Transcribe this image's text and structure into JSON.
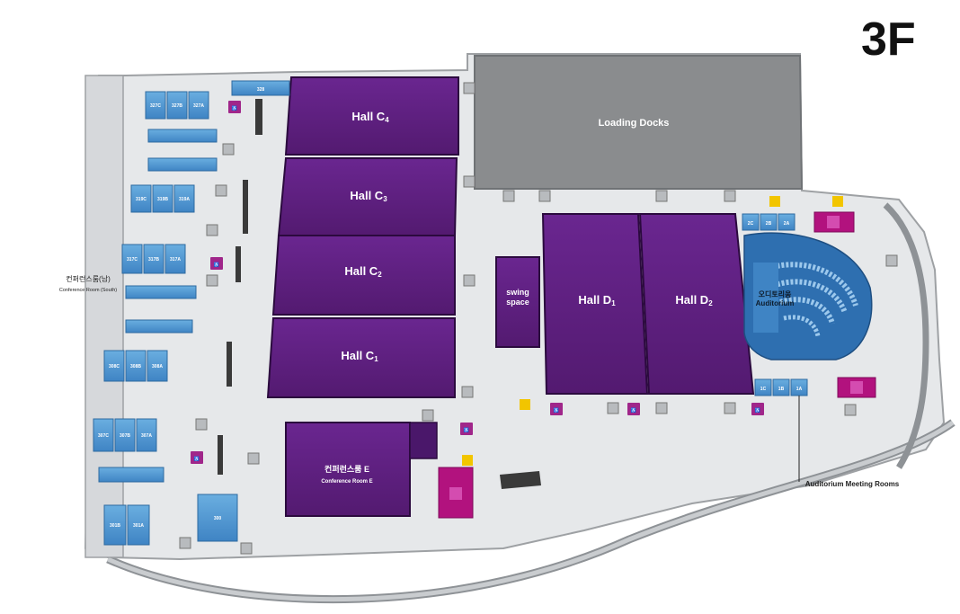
{
  "floor": {
    "label": "3F"
  },
  "halls": {
    "c4": {
      "name": "Hall C",
      "sub": "4"
    },
    "c3": {
      "name": "Hall C",
      "sub": "3"
    },
    "c2": {
      "name": "Hall C",
      "sub": "2"
    },
    "c1": {
      "name": "Hall C",
      "sub": "1"
    },
    "d1": {
      "name": "Hall D",
      "sub": "1"
    },
    "d2": {
      "name": "Hall D",
      "sub": "2"
    }
  },
  "areas": {
    "loading_docks": "Loading Docks",
    "swing_space_1": "swing",
    "swing_space_2": "space",
    "auditorium_ko": "오디토리움",
    "auditorium_en": "Auditorium",
    "conference_e_ko": "컨퍼런스룸 E",
    "conference_e_en": "Conference Room  E",
    "conference_south_ko": "컨퍼런스룸(남)",
    "conference_south_en": "Conference Room (South)",
    "auditorium_meeting_rooms": "Auditorium Meeting Rooms"
  },
  "rooms": {
    "r328": "328",
    "r327c": "327C",
    "r327b": "327B",
    "r327a": "327A",
    "r319c": "319C",
    "r319b": "319B",
    "r319a": "319A",
    "r317c": "317C",
    "r317b": "317B",
    "r317a": "317A",
    "r308c": "308C",
    "r308b": "308B",
    "r308a": "308A",
    "r307c": "307C",
    "r307b": "307B",
    "r307a": "307A",
    "r301b": "301B",
    "r301a": "301A",
    "r300": "300",
    "aud2c": "2C",
    "aud2b": "2B",
    "aud2a": "2A",
    "aud1c": "1C",
    "aud1b": "1B",
    "aud1a": "1A"
  },
  "colors": {
    "hall": "#5c1f7c",
    "hall_dark": "#3d0f56",
    "meeting_room": "#4a90d0",
    "restroom": "#a0268a",
    "elevator": "#f2c500",
    "floor": "#e4e6e8",
    "wall": "#9a9da1",
    "loading": "#8a8c8e"
  }
}
